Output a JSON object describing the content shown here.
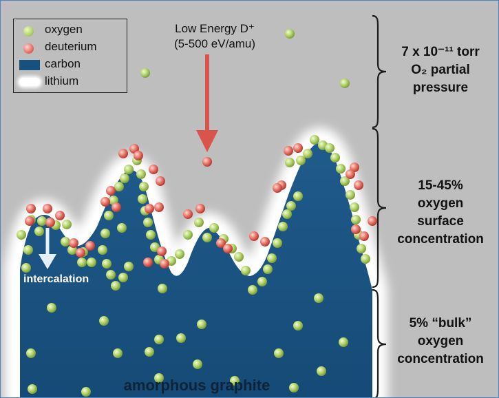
{
  "legend": {
    "oxygen": "oxygen",
    "deuterium": "deuterium",
    "carbon": "carbon",
    "lithium": "lithium"
  },
  "beam": {
    "line1": "Low Energy D⁺",
    "line2": "(5-500 eV/amu)"
  },
  "regions": {
    "top": [
      "7 x 10⁻¹¹ torr",
      "O₂ partial",
      "pressure"
    ],
    "middle": [
      "15-45%",
      "oxygen",
      "surface",
      "concentration"
    ],
    "bottom": [
      "5% “bulk”",
      "oxygen",
      "concentration"
    ]
  },
  "annotations": {
    "intercalation": "intercalation",
    "material": "amorphous graphite"
  },
  "colors": {
    "background": "#bebebe",
    "carbon": "#18507e",
    "oxygen": "#b4d46c",
    "deuterium": "#e8766a",
    "arrow": "#d9544a",
    "lithium": "#ffffff",
    "border": "#4f83c2"
  }
}
